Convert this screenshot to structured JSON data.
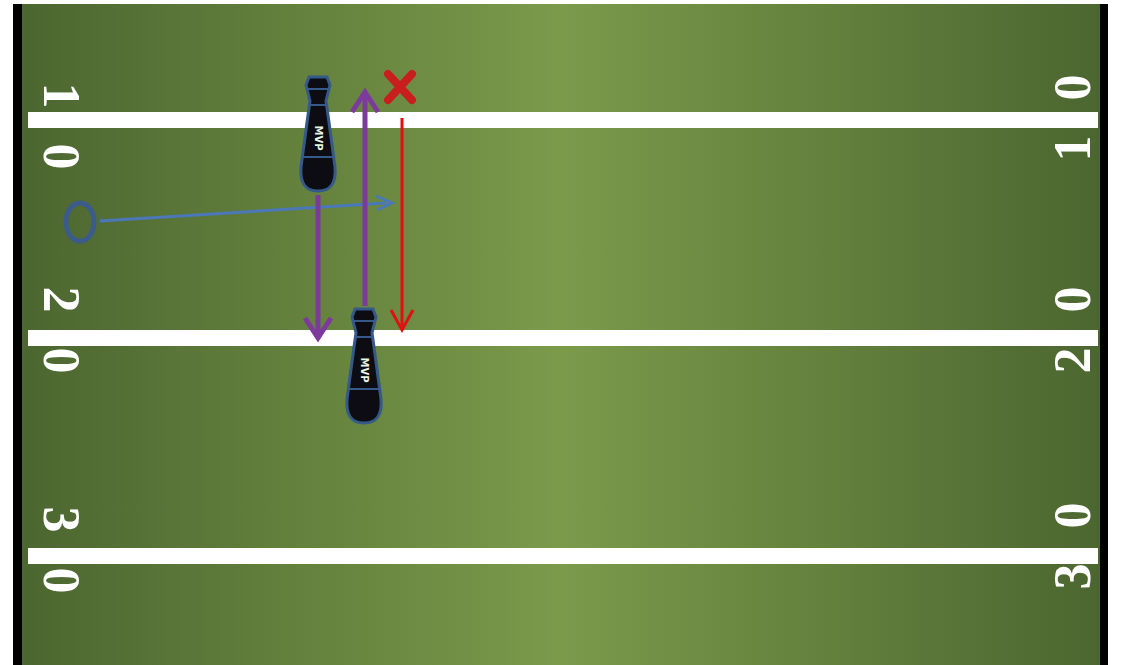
{
  "diagram": {
    "nodes": [
      {
        "text": [
          "MVP"
        ]
      },
      {
        "text": [
          "MVP"
        ]
      }
    ],
    "labels": [
      "10",
      "10",
      "20",
      "20",
      "30",
      "30"
    ]
  }
}
